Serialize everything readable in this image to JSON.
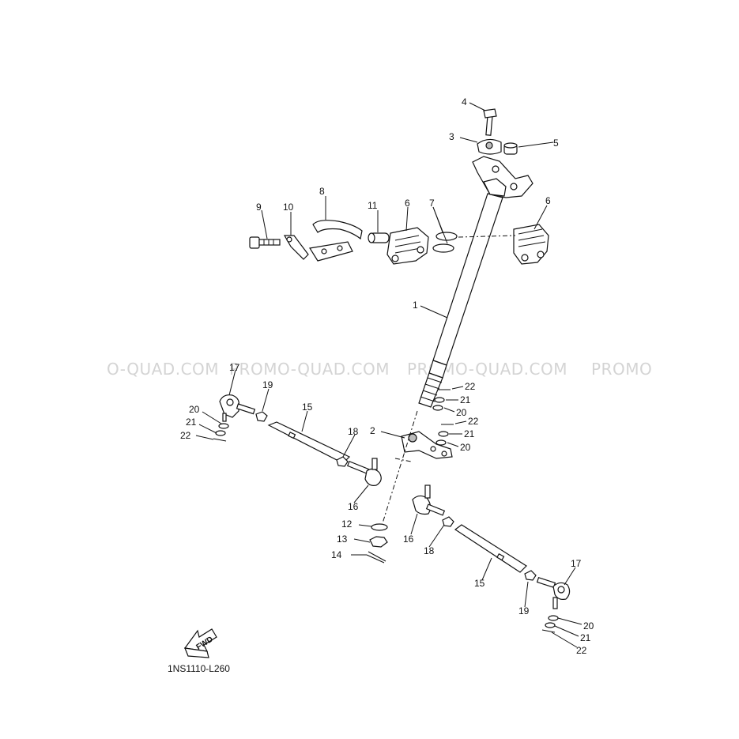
{
  "diagram": {
    "code": "1NS1110-L260",
    "fwd_label": "FWD",
    "watermark": {
      "segments": [
        "O-QUAD.COM",
        "PROMO-QUAD.COM",
        "PROMO-QUAD.COM",
        "PROMO"
      ]
    },
    "callouts": [
      {
        "id": "c1",
        "text": "1"
      },
      {
        "id": "c2",
        "text": "2"
      },
      {
        "id": "c3",
        "text": "3"
      },
      {
        "id": "c4",
        "text": "4"
      },
      {
        "id": "c5",
        "text": "5"
      },
      {
        "id": "c6a",
        "text": "6"
      },
      {
        "id": "c6b",
        "text": "6"
      },
      {
        "id": "c7",
        "text": "7"
      },
      {
        "id": "c8",
        "text": "8"
      },
      {
        "id": "c9",
        "text": "9"
      },
      {
        "id": "c10",
        "text": "10"
      },
      {
        "id": "c11",
        "text": "11"
      },
      {
        "id": "c12",
        "text": "12"
      },
      {
        "id": "c13",
        "text": "13"
      },
      {
        "id": "c14",
        "text": "14"
      },
      {
        "id": "c15a",
        "text": "15"
      },
      {
        "id": "c15b",
        "text": "15"
      },
      {
        "id": "c16a",
        "text": "16"
      },
      {
        "id": "c16b",
        "text": "16"
      },
      {
        "id": "c17a",
        "text": "17"
      },
      {
        "id": "c17b",
        "text": "17"
      },
      {
        "id": "c18a",
        "text": "18"
      },
      {
        "id": "c18b",
        "text": "18"
      },
      {
        "id": "c19a",
        "text": "19"
      },
      {
        "id": "c19b",
        "text": "19"
      },
      {
        "id": "c20a",
        "text": "20"
      },
      {
        "id": "c20b",
        "text": "20"
      },
      {
        "id": "c20c",
        "text": "20"
      },
      {
        "id": "c20d",
        "text": "20"
      },
      {
        "id": "c21a",
        "text": "21"
      },
      {
        "id": "c21b",
        "text": "21"
      },
      {
        "id": "c21c",
        "text": "21"
      },
      {
        "id": "c21d",
        "text": "21"
      },
      {
        "id": "c22a",
        "text": "22"
      },
      {
        "id": "c22b",
        "text": "22"
      },
      {
        "id": "c22c",
        "text": "22"
      },
      {
        "id": "c22d",
        "text": "22"
      }
    ]
  }
}
